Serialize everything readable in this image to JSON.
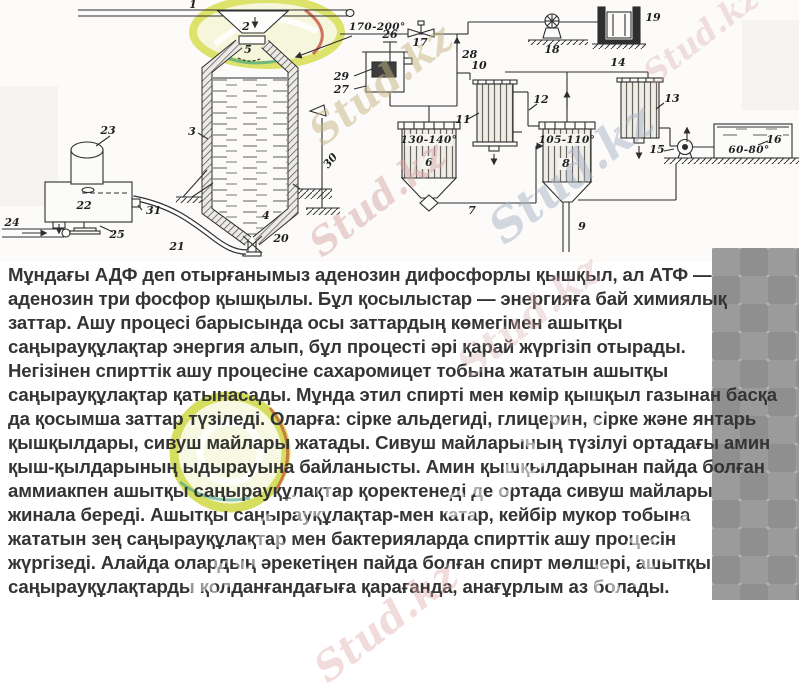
{
  "brand": {
    "watermark_text": "Stud.kz"
  },
  "sidebar": {
    "pattern": "diamond-checker",
    "base_color": "#9b9b9b",
    "diamond_color": "#8f8f8f"
  },
  "diagram": {
    "temperatures": {
      "feed": "170-200°",
      "tank1": "130-140°",
      "tank2": "105-110°",
      "collector": "60-80°"
    },
    "labels": {
      "l1": "1",
      "l2": "2",
      "l3": "3",
      "l4": "4",
      "l5": "5",
      "l6": "6",
      "l7": "7",
      "l8": "8",
      "l9": "9",
      "l10": "10",
      "l11": "11",
      "l12": "12",
      "l13": "13",
      "l14": "14",
      "l15": "15",
      "l16": "16",
      "l17": "17",
      "l18": "18",
      "l19": "19",
      "l20": "20",
      "l21": "21",
      "l22": "22",
      "l23": "23",
      "l24": "24",
      "l25": "25",
      "l26": "26",
      "l27": "27",
      "l28": "28",
      "l29": "29",
      "l30": "30",
      "l31": "31"
    }
  },
  "article": {
    "lines": [
      "Мұндағы АДФ деп отырғанымыз аденозин дифосфорлы қышқыл, ал АТФ —",
      "аденозин три фосфор қышқылы. Бұл қосылыстар — энергияға бай химиялық",
      "заттар. Ашу процесі барысында осы заттардың көмегімен ашытқы",
      "саңырауқұлақтар энергия алып, бұл процесті әрі қарай жүргізіп отырады.",
      "Негізінен спирттік ашу процесіне сахаромицет тобына жататын ашытқы",
      "саңырауқұлақтар қатынасады. Мұнда этил спирті мен көмір қышқыл газынан басқа",
      "да қосымша заттар түзіледі. Оларға: сірке альдегиді, глицерин, сірке және янтарь",
      "қышқылдары, сивуш майлары жатады. Сивуш майларының түзілуі ортадағы амин",
      "қыш-қылдарының ыдырауына байланысты. Амин қышқылдарынан пайда болған",
      "аммиакпен ашытқы саңырауқұлақтар қоректенеді де ортада сивуш майлары",
      "жинала береді. Ашытқы саңырауқұлақтар-мен катар, кейбір мукор тобына",
      "жататын зең саңырауқұлақтар мен бактерияларда спирттік ашу процесін",
      "жүргізеді. Алайда олардың әрекетіңен пайда болған спирт мөлшері, ашытқы",
      "саңырауқұлақтарды қолданғандағыға қарағанда, анағұрлым аз болады."
    ]
  }
}
